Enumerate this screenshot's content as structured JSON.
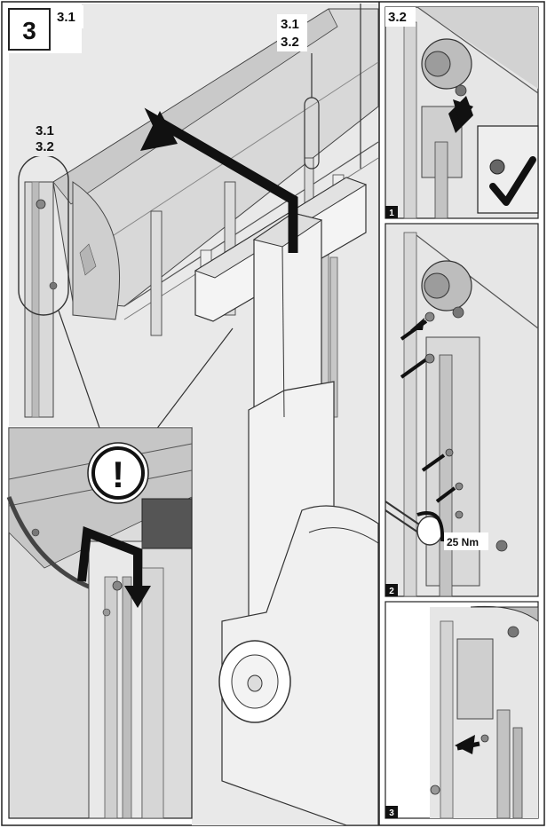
{
  "step": {
    "number": "3",
    "sub_label": "3.1"
  },
  "main_panel": {
    "callout_top": [
      "3.1",
      "3.2"
    ],
    "callout_left": [
      "3.1",
      "3.2"
    ],
    "warning_symbol": "!"
  },
  "right_panels": {
    "top_title": "3.2",
    "panel_numbers": [
      "1",
      "2",
      "3"
    ],
    "torque": "25 Nm"
  },
  "colors": {
    "frame_line": "#222222",
    "panel_bg": "#e4e4e4",
    "bar": "#111111",
    "check": "#111111"
  }
}
